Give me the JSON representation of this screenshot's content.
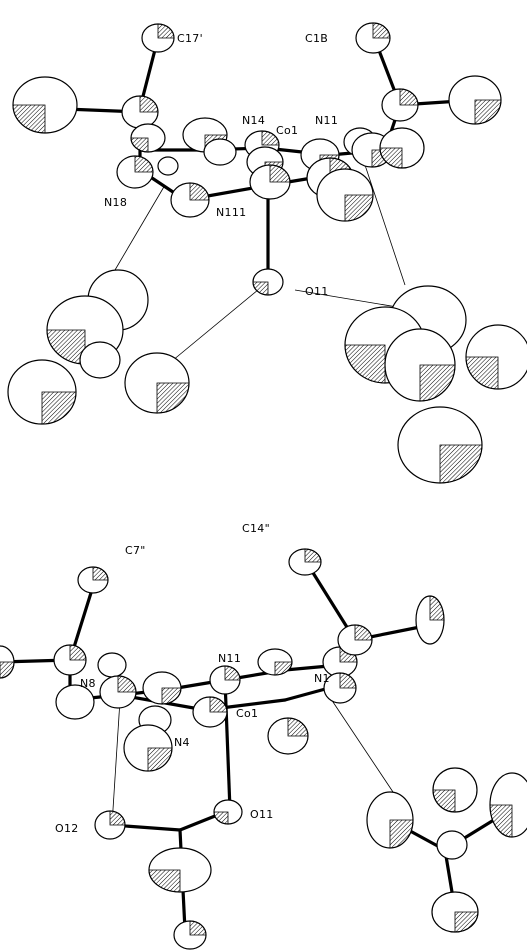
{
  "structures": [
    {
      "id": "upper",
      "labels": {
        "c17": "C17'",
        "c1b": "C1B",
        "n14": "N14",
        "co1": "Co1",
        "n11": "N11",
        "n18": "N18",
        "n111": "N111",
        "o11": "O11"
      }
    },
    {
      "id": "lower",
      "labels": {
        "c7": "C7\"",
        "c14": "C14\"",
        "n11": "N11",
        "n8": "N8",
        "n1": "N1",
        "co1": "Co1",
        "n4": "N4",
        "o11": "O11",
        "o12": "O12"
      }
    }
  ]
}
